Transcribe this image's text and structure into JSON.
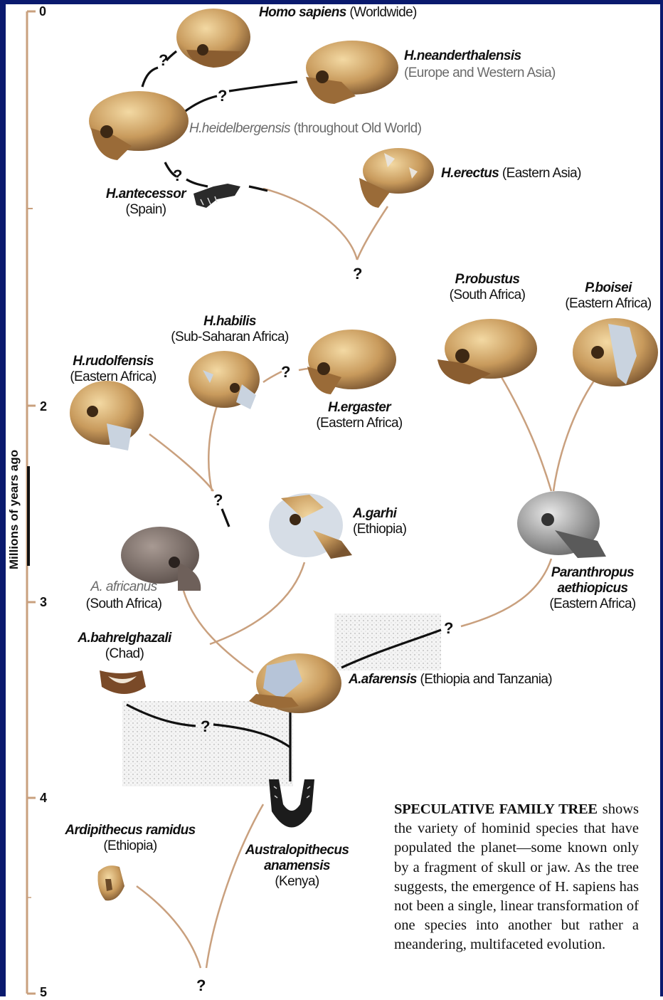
{
  "axis": {
    "title": "Millions of years ago",
    "ticks": [
      "0",
      "2",
      "3",
      "4",
      "5"
    ]
  },
  "question_mark": "?",
  "species": {
    "homo_sapiens": {
      "name": "Homo sapiens",
      "region": "(Worldwide)"
    },
    "neanderthalensis": {
      "name": "H.neanderthalensis",
      "region": "(Europe and Western Asia)"
    },
    "heidelbergensis": {
      "name": "H.heidelbergensis",
      "region": "(throughout Old World)"
    },
    "erectus": {
      "name": "H.erectus",
      "region": "(Eastern Asia)"
    },
    "antecessor": {
      "name": "H.antecessor",
      "region": "(Spain)"
    },
    "robustus": {
      "name": "P.robustus",
      "region": "(South Africa)"
    },
    "boisei": {
      "name": "P.boisei",
      "region": "(Eastern Africa)"
    },
    "habilis": {
      "name": "H.habilis",
      "region": "(Sub-Saharan Africa)"
    },
    "rudolfensis": {
      "name": "H.rudolfensis",
      "region": "(Eastern Africa)"
    },
    "ergaster": {
      "name": "H.ergaster",
      "region": "(Eastern Africa)"
    },
    "garhi": {
      "name": "A.garhi",
      "region": "(Ethiopia)"
    },
    "africanus": {
      "name": "A. africanus",
      "region": "(South Africa)"
    },
    "aethiopicus": {
      "name": "Paranthropus aethiopicus",
      "region": "(Eastern Africa)"
    },
    "bahrelghazali": {
      "name": "A.bahrelghazali",
      "region": "(Chad)"
    },
    "afarensis": {
      "name": "A.afarensis",
      "region": "(Ethiopia and Tanzania)"
    },
    "ramidus": {
      "name": "Ardipithecus ramidus",
      "region": "(Ethiopia)"
    },
    "anamensis": {
      "name": "Australopithecus anamensis",
      "region": "(Kenya)"
    }
  },
  "caption": {
    "heading": "SPECULATIVE FAMILY TREE",
    "body": "shows the variety of hominid species that have populated the planet—some known only by a fragment of skull or jaw. As the tree suggests, the emergence of H. sapiens has not been a single, linear transformation of one species into another but rather a meandering, multifaceted evolution."
  },
  "colors": {
    "frame": "#0a1a6e",
    "branch": "#c9a07e",
    "skull_tan": "#c89a5c",
    "skull_grey": "#8e7f78",
    "restoration_blue": "#b8c6d8"
  }
}
